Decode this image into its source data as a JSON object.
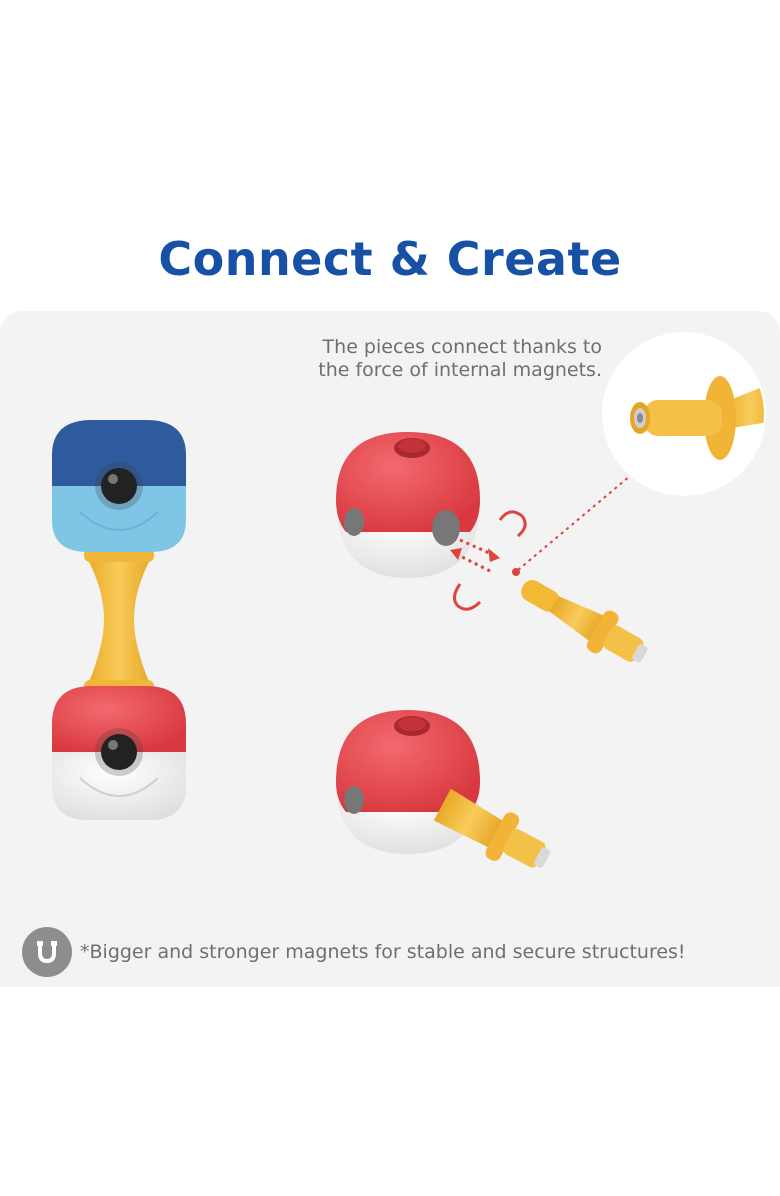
{
  "heading": {
    "title": "Connect & Create"
  },
  "caption": {
    "line1": "The pieces connect thanks to",
    "line2": "the force of internal magnets."
  },
  "footer": {
    "icon": "magnet-icon",
    "note": "*Bigger and stronger magnets for stable and secure structures!"
  },
  "colors": {
    "title": "#1651a6",
    "text": "#6f6f6f",
    "panel": "#f3f3f3",
    "red": "#e8474d",
    "blue": "#2e5a9e",
    "light_blue": "#7fc5e6",
    "yellow": "#f4c148",
    "white": "#f4f4f4"
  }
}
